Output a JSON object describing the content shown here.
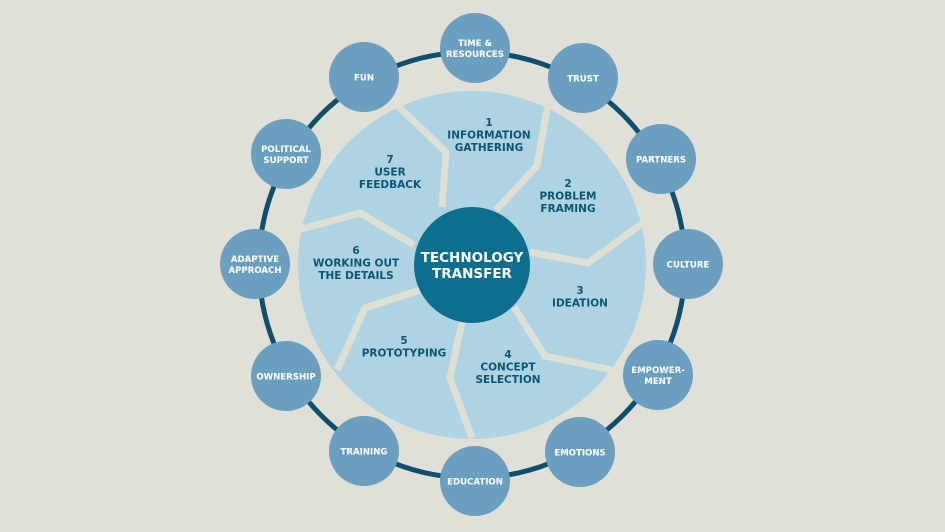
{
  "colors": {
    "background": "#e0dfd8",
    "ring": "#0f4f6e",
    "outer_node": "#6b9fbf",
    "outer_text": "#ffffff",
    "wheel": "#aed3e3",
    "separator": "#dedfd5",
    "segment_text": "#0c5574",
    "center": "#0d6f8d",
    "center_text": "#ffffff"
  },
  "center": {
    "lines": [
      "TECHNOLOGY",
      "TRANSFER"
    ]
  },
  "segments": [
    {
      "number": "1",
      "lines": [
        "INFORMATION",
        "GATHERING"
      ]
    },
    {
      "number": "2",
      "lines": [
        "PROBLEM",
        "FRAMING"
      ]
    },
    {
      "number": "3",
      "lines": [
        "IDEATION"
      ]
    },
    {
      "number": "4",
      "lines": [
        "CONCEPT",
        "SELECTION"
      ]
    },
    {
      "number": "5",
      "lines": [
        "PROTOTYPING"
      ]
    },
    {
      "number": "6",
      "lines": [
        "WORKING OUT",
        "THE DETAILS"
      ]
    },
    {
      "number": "7",
      "lines": [
        "USER",
        "FEEDBACK"
      ]
    }
  ],
  "outer_nodes": [
    {
      "lines": [
        "TIME &",
        "RESOURCES"
      ]
    },
    {
      "lines": [
        "TRUST"
      ]
    },
    {
      "lines": [
        "PARTNERS"
      ]
    },
    {
      "lines": [
        "CULTURE"
      ]
    },
    {
      "lines": [
        "EMPOWER-",
        "MENT"
      ]
    },
    {
      "lines": [
        "EMOTIONS"
      ]
    },
    {
      "lines": [
        "EDUCATION"
      ]
    },
    {
      "lines": [
        "TRAINING"
      ]
    },
    {
      "lines": [
        "OWNERSHIP"
      ]
    },
    {
      "lines": [
        "ADAPTIVE",
        "APPROACH"
      ]
    },
    {
      "lines": [
        "POLITICAL",
        "SUPPORT"
      ]
    },
    {
      "lines": [
        "FUN"
      ]
    }
  ]
}
